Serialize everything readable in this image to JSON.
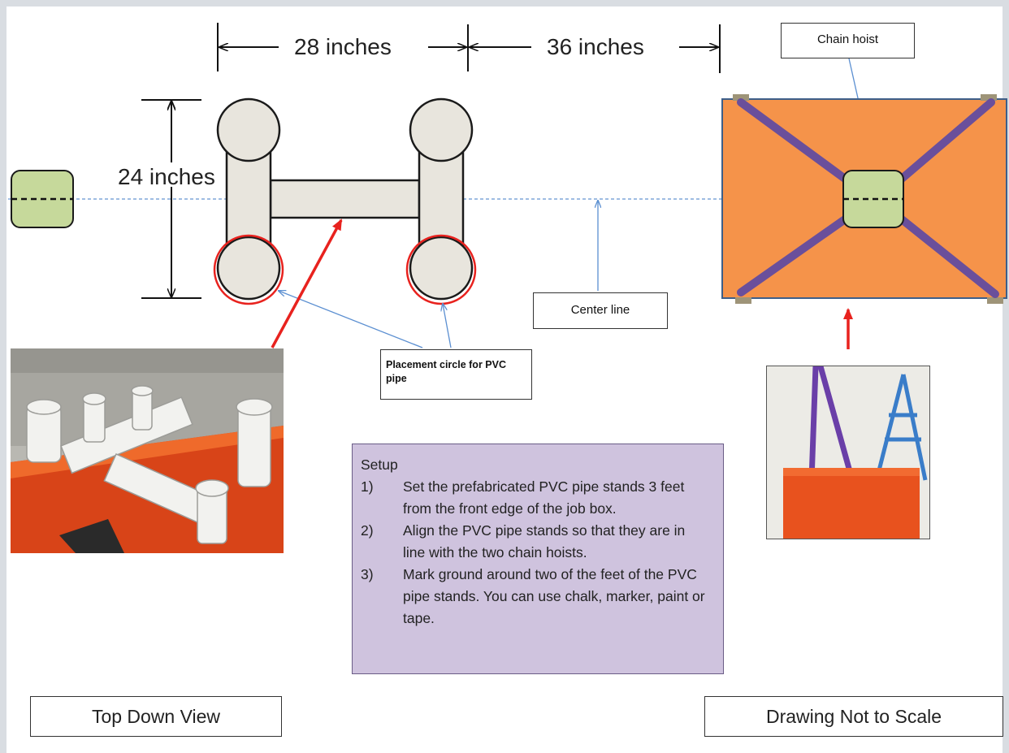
{
  "dimensions": {
    "left_width": "28 inches",
    "right_width": "36 inches",
    "height": "24 inches"
  },
  "callouts": {
    "chain_hoist": "Chain hoist",
    "center_line": "Center line",
    "placement_circle": "Placement circle for PVC pipe"
  },
  "setup": {
    "title": "Setup",
    "steps": [
      {
        "num": "1)",
        "text": "Set the prefabricated PVC pipe stands 3 feet from the front edge of the job box."
      },
      {
        "num": "2)",
        "text": "Align the PVC pipe stands so that they are in line with the two chain hoists."
      },
      {
        "num": "3)",
        "text": "Mark ground around two of the feet of the PVC pipe stands.  You can use chalk, marker, paint or tape."
      }
    ]
  },
  "labels": {
    "top_down_view": "Top Down View",
    "not_to_scale": "Drawing Not to Scale"
  },
  "colors": {
    "job_box": "#f5934a",
    "hoist_pad": "#c6d99b",
    "strap": "#6a4f9b",
    "pipe": "#e8e5dd",
    "marker_circle": "#e8221e",
    "setup_box": "#cfc3de",
    "center_line": "#5b8fd1"
  }
}
